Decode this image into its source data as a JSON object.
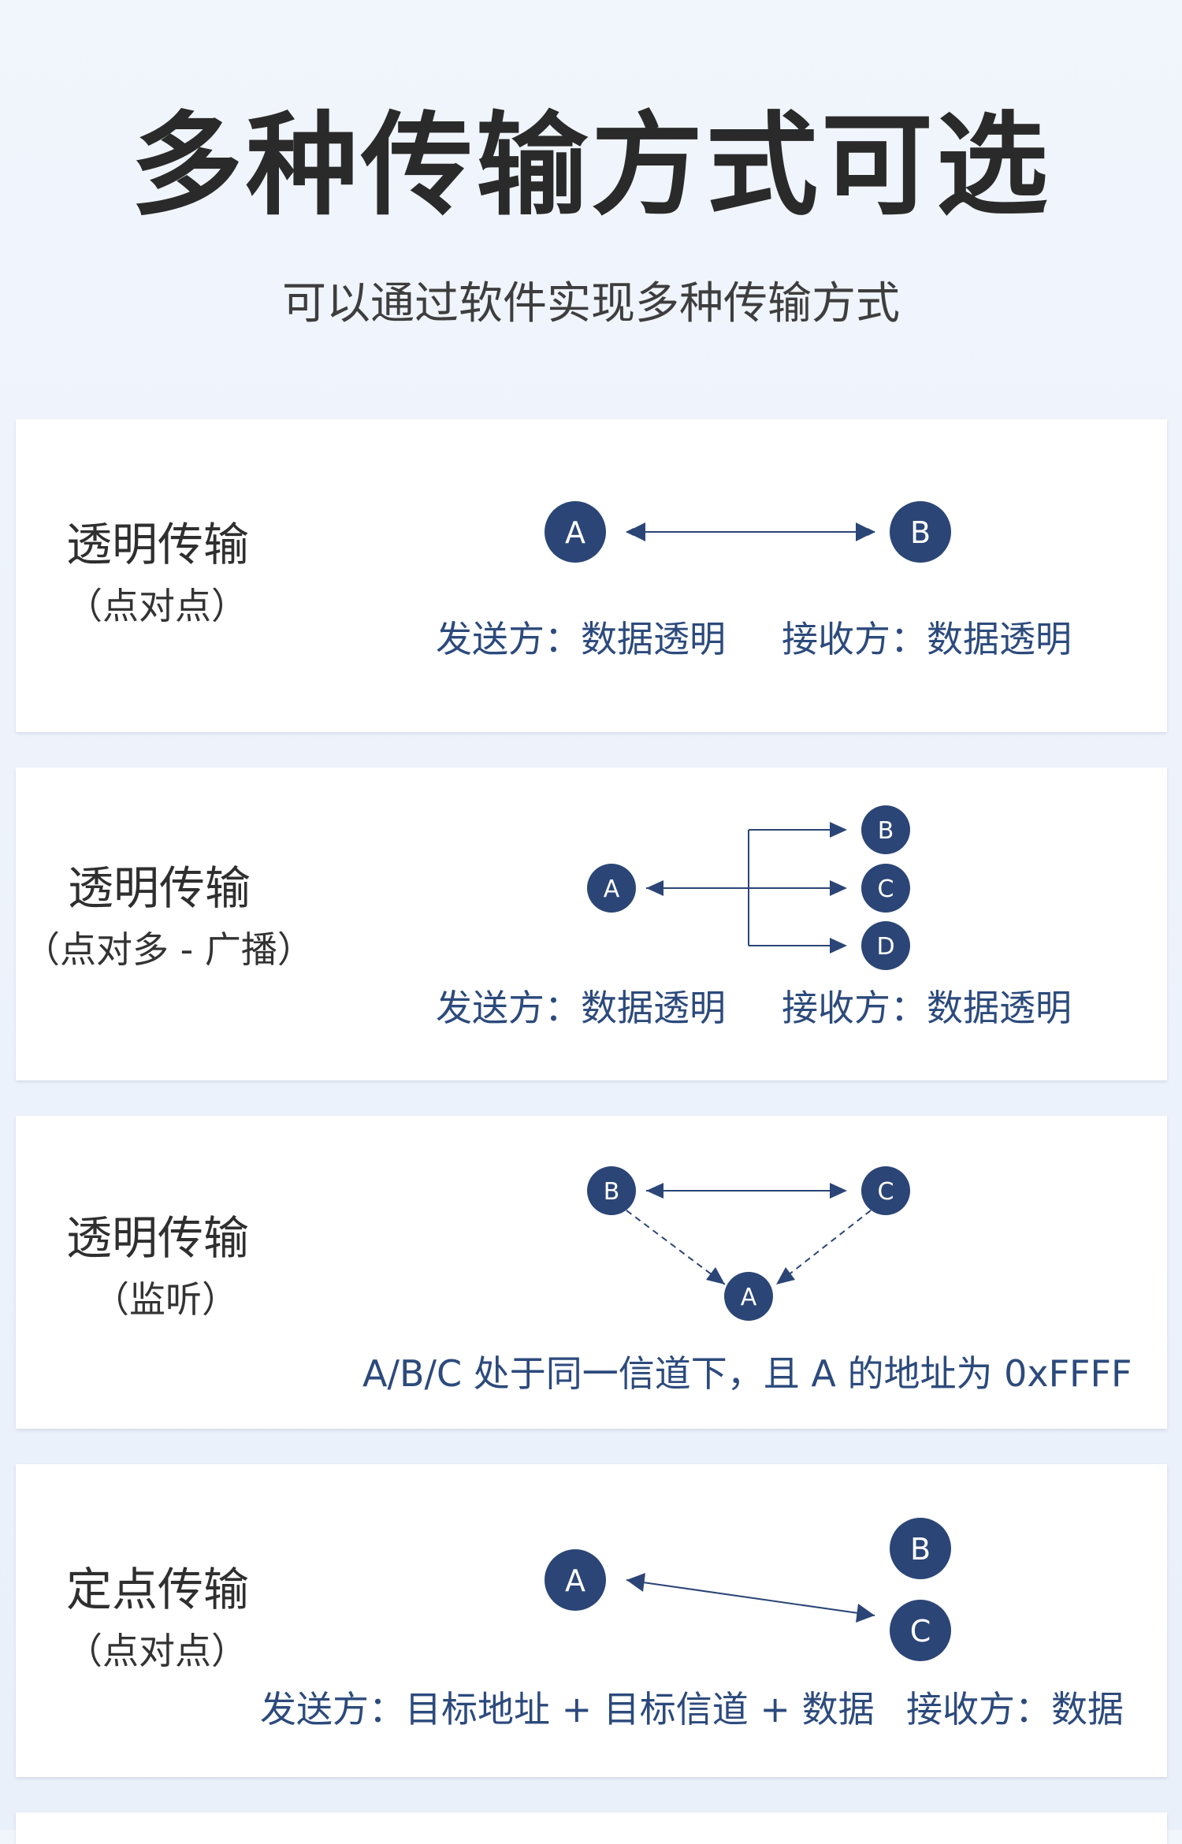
{
  "header": {
    "title": "多种传输方式可选",
    "subtitle": "可以通过软件实现多种传输方式"
  },
  "colors": {
    "node_fill": "#2b4576",
    "line": "#2b4576",
    "note_text": "#2c4a7c"
  },
  "cards": [
    {
      "title": "透明传输",
      "subtitle": "（点对点）",
      "nodes": {
        "a": "A",
        "b": "B"
      },
      "note_sender": "发送方：数据透明",
      "note_receiver": "接收方：数据透明"
    },
    {
      "title": "透明传输",
      "subtitle": "（点对多 - 广播）",
      "nodes": {
        "a": "A",
        "b": "B",
        "c": "C",
        "d": "D"
      },
      "note_sender": "发送方：数据透明",
      "note_receiver": "接收方：数据透明"
    },
    {
      "title": "透明传输",
      "subtitle": "（监听）",
      "nodes": {
        "a": "A",
        "b": "B",
        "c": "C"
      },
      "note": "A/B/C 处于同一信道下，且 A 的地址为 0xFFFF"
    },
    {
      "title": "定点传输",
      "subtitle": "（点对点）",
      "nodes": {
        "a": "A",
        "b": "B",
        "c": "C"
      },
      "note_sender": "发送方：目标地址 + 目标信道 + 数据",
      "note_receiver": "接收方：数据"
    }
  ]
}
